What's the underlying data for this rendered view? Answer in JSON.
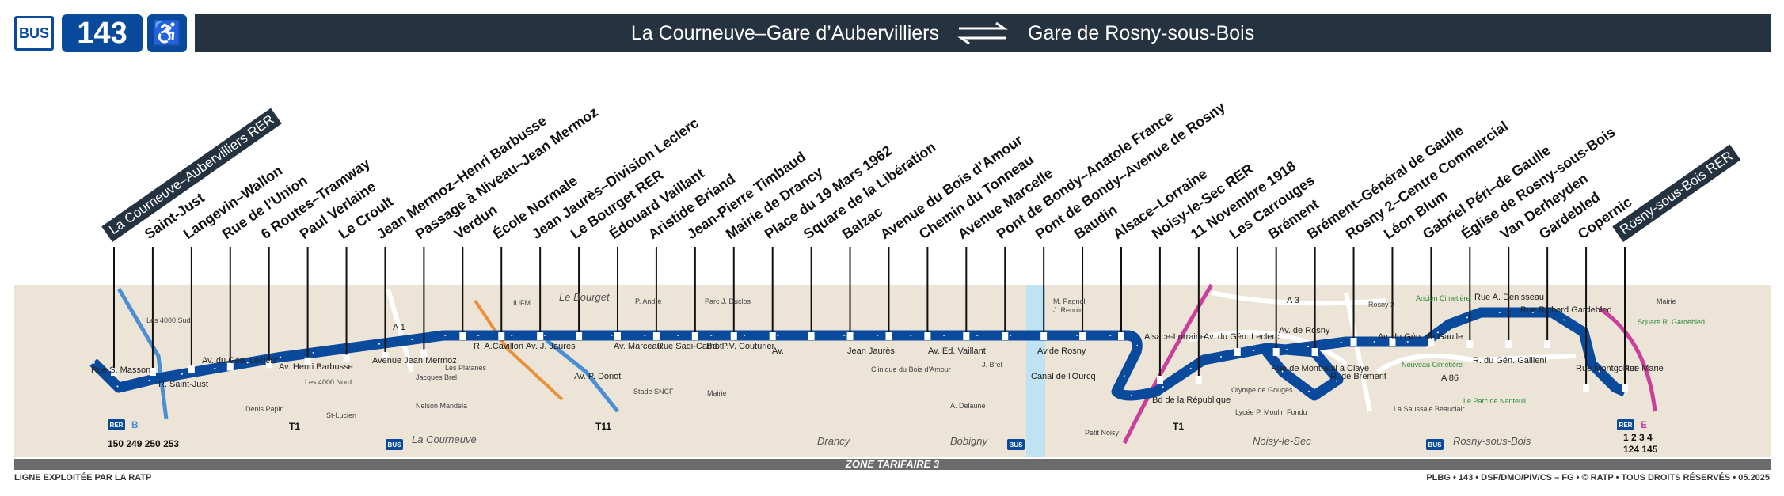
{
  "header": {
    "mode": "BUS",
    "line": "143",
    "from": "La Courneuve–Gare d’Aubervilliers",
    "to": "Gare de Rosny-sous-Bois"
  },
  "stops": [
    {
      "name": "La Courneuve–Aubervilliers RER",
      "terminal": true
    },
    {
      "name": "Saint-Just"
    },
    {
      "name": "Langevin–Wallon"
    },
    {
      "name": "Rue de l’Union"
    },
    {
      "name": "6 Routes–Tramway"
    },
    {
      "name": "Paul Verlaine"
    },
    {
      "name": "Le Croult"
    },
    {
      "name": "Jean Mermoz–Henri Barbusse"
    },
    {
      "name": "Passage à Niveau–Jean Mermoz"
    },
    {
      "name": "Verdun"
    },
    {
      "name": "École Normale"
    },
    {
      "name": "Jean Jaurès–Division Leclerc"
    },
    {
      "name": "Le Bourget RER"
    },
    {
      "name": "Édouard Vaillant"
    },
    {
      "name": "Aristide Briand"
    },
    {
      "name": "Jean-Pierre Timbaud"
    },
    {
      "name": "Mairie de Drancy"
    },
    {
      "name": "Place du 19 Mars 1962"
    },
    {
      "name": "Square de la Libération"
    },
    {
      "name": "Balzac"
    },
    {
      "name": "Avenue du Bois d’Amour"
    },
    {
      "name": "Chemin du Tonneau"
    },
    {
      "name": "Avenue Marcelle"
    },
    {
      "name": "Pont de Bondy–Anatole France"
    },
    {
      "name": "Pont de Bondy–Avenue de Rosny"
    },
    {
      "name": "Baudin"
    },
    {
      "name": "Alsace–Lorraine"
    },
    {
      "name": "Noisy-le-Sec RER"
    },
    {
      "name": "11 Novembre 1918"
    },
    {
      "name": "Les Carrouges"
    },
    {
      "name": "Brément"
    },
    {
      "name": "Brément–Général de Gaulle"
    },
    {
      "name": "Rosny 2–Centre Commercial"
    },
    {
      "name": "Léon Blum"
    },
    {
      "name": "Gabriel Péri–de Gaulle"
    },
    {
      "name": "Église de Rosny-sous-Bois"
    },
    {
      "name": "Van Derheyden"
    },
    {
      "name": "Gardebled"
    },
    {
      "name": "Copernic"
    },
    {
      "name": "Rosny-sous-Bois RER",
      "terminal": true
    }
  ],
  "streets": [
    "Rue S. Masson",
    "R. Saint-Just",
    "Av. du Gén. Leclerc",
    "Av. Henri Barbusse",
    "Avenue Jean Mermoz",
    "R. A.Cavillon",
    "Av. J. Jaurès",
    "Av. Marceau",
    "Rue Sadi-Carnot",
    "Bd. P.V. Couturier",
    "Av.",
    "Jean Jaurès",
    "Av. Éd. Vaillant",
    "Av.de Rosny",
    "Bd de la République",
    "Av. du Gén. Leclerc",
    "Av. de Rosny",
    "Rue de Montreuil à Claye",
    "R. de Brément",
    "Av. du Gén. de Gaulle",
    "Rue A. Denisseau",
    "Rue Richard Gardebled",
    "R. du Gén. Gallieni",
    "Rue Montgolfier",
    "Rue Marie",
    "A 86",
    "A 3",
    "A 1",
    "Canal de l'Ourcq",
    "Alsace-Lorraine",
    "Av. P. Doriot"
  ],
  "towns": [
    "La Courneuve",
    "Le Bourget",
    "Drancy",
    "Bobigny",
    "Noisy-le-Sec",
    "Rosny-sous-Bois"
  ],
  "pois": [
    "Les 4000 Sud",
    "Les 4000 Nord",
    "Denis Papin",
    "St-Lucien",
    "Jacques Brel",
    "Nelson Mandela",
    "Les Platanes",
    "IUFM",
    "P. André",
    "Parc J. Duclos",
    "Stade SNCF",
    "Mairie",
    "Clinique du Bois d'Amour",
    "J. Brel",
    "A. Delaune",
    "M. Pagnol",
    "J. Renoir",
    "Petit Noisy",
    "Olympe de Gouges",
    "Lycée P. Moulin Fondu",
    "Rosny 2",
    "Ancien Cimetière",
    "Nouveau Cimetière",
    "La Saussaie Beauclair",
    "Le Parc de Nanteuil",
    "Mairie",
    "Square R. Gardebled"
  ],
  "connections": {
    "start_bus": "150 249 250 253",
    "end_rer": "1 2 3 4",
    "end_bus": "124 145",
    "tram1": "T1",
    "tram11": "T11",
    "rer_b": "B",
    "rer_e": "E",
    "bus_label": "BUS",
    "rer_label": "RER"
  },
  "zone": "ZONE TARIFAIRE 3",
  "footer": {
    "left": "LIGNE EXPLOITÉE PAR LA RATP",
    "right": "PLBG • 143 • DSF/DMO/PIV/CS – FG • © RATP • TOUS DROITS RÉSERVÉS • 05.2025"
  },
  "colors": {
    "line": "#0a4a9c",
    "dark": "#25323f",
    "map_bg": "#ece4d6",
    "rer_b": "#4a8fd6",
    "rer_e": "#c93f9a",
    "metro_access": "#e2001a"
  }
}
